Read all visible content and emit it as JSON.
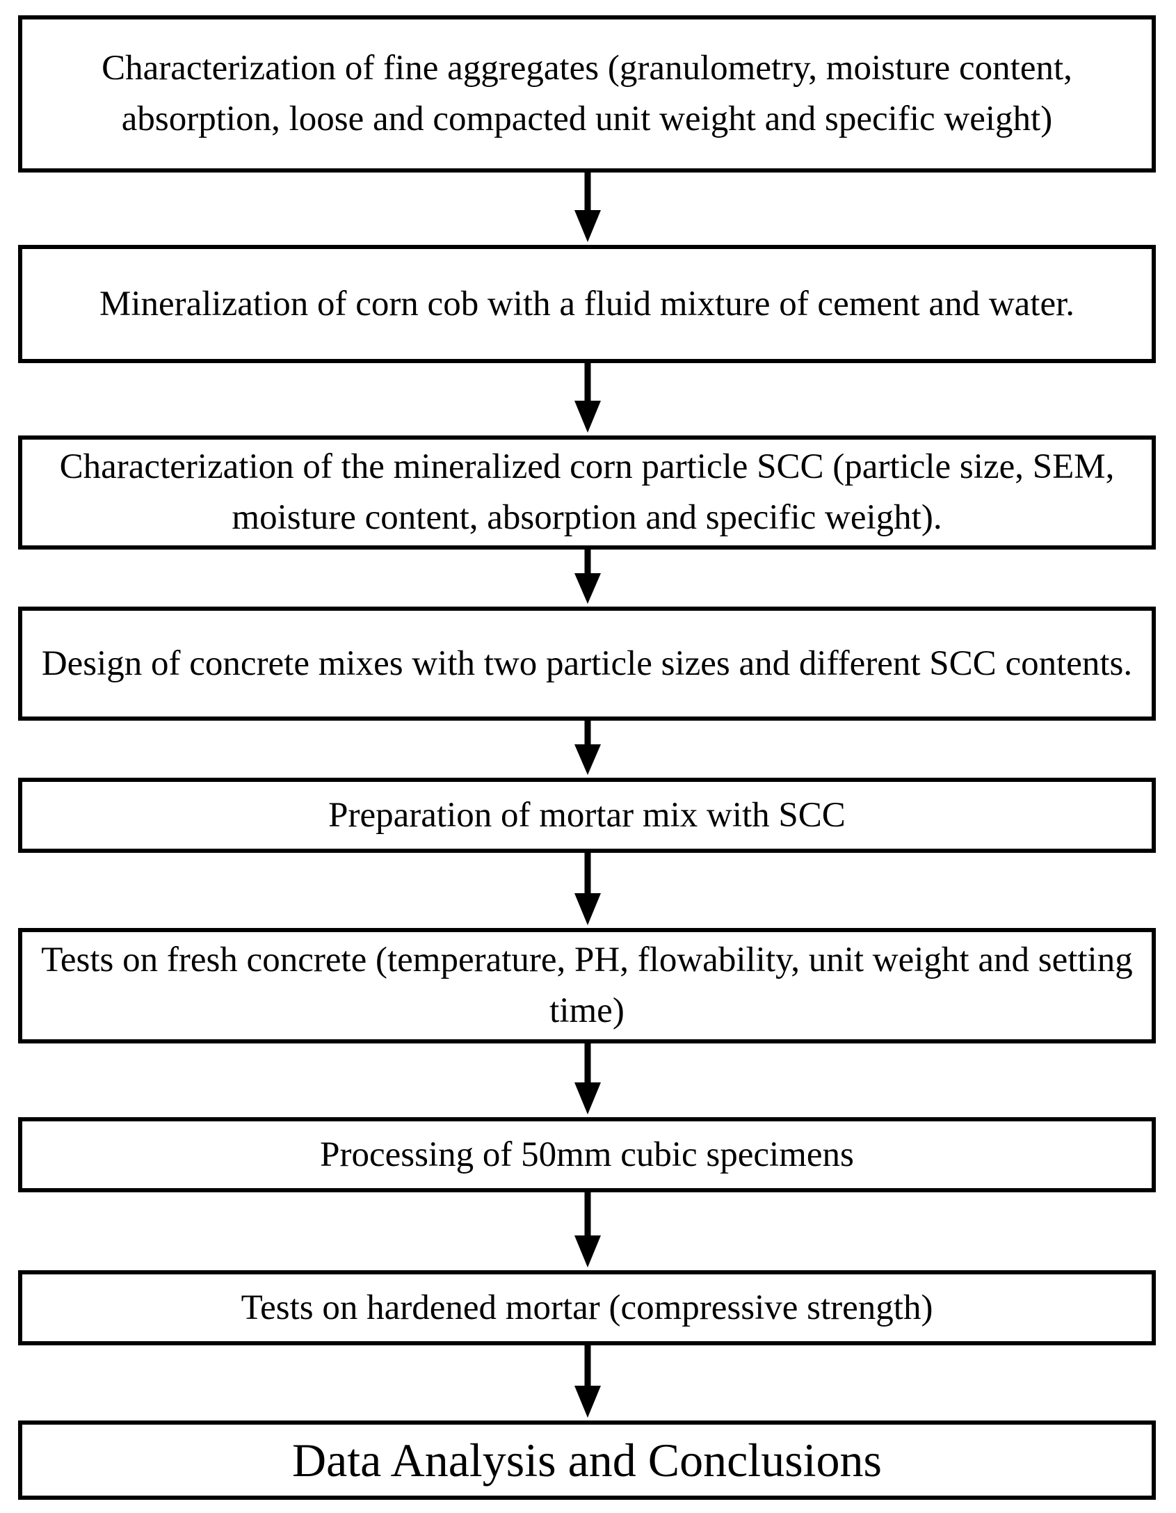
{
  "steps": [
    {
      "id": "step-1",
      "text": "Characterization of fine aggregates (granulometry, moisture content, absorption, loose and compacted unit weight and specific weight)"
    },
    {
      "id": "step-2",
      "text": "Mineralization of corn cob with a fluid mixture of cement and water."
    },
    {
      "id": "step-3",
      "text": "Characterization of the mineralized corn particle SCC (particle size, SEM, moisture content, absorption and specific weight)."
    },
    {
      "id": "step-4",
      "text": "Design of concrete mixes with two particle sizes and different SCC contents."
    },
    {
      "id": "step-5",
      "text": "Preparation of mortar mix with SCC"
    },
    {
      "id": "step-6",
      "text": "Tests on fresh concrete (temperature, PH, flowability, unit weight and setting time)"
    },
    {
      "id": "step-7",
      "text": "Processing of 50mm cubic specimens"
    },
    {
      "id": "step-8",
      "text": "Tests on hardened mortar (compressive strength)"
    },
    {
      "id": "step-9",
      "text": "Data Analysis and Conclusions"
    }
  ],
  "colors": {
    "stroke": "#000000",
    "fill": "#ffffff"
  }
}
